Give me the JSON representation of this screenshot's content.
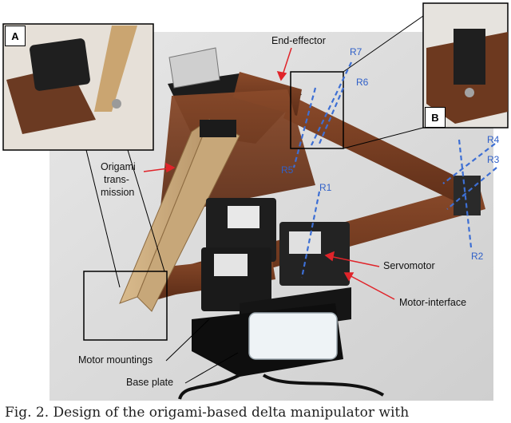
{
  "insets": {
    "a": "A",
    "b": "B"
  },
  "callouts": {
    "end_effector": "End-effector",
    "origami_line1": "Origami",
    "origami_line2": "trans-",
    "origami_line3": "mission",
    "servomotor": "Servomotor",
    "motor_interface": "Motor-interface",
    "motor_mountings": "Motor mountings",
    "base_plate": "Base plate"
  },
  "joints": {
    "r1": "R1",
    "r2": "R2",
    "r3": "R3",
    "r4": "R4",
    "r5": "R5",
    "r6": "R6",
    "r7": "R7"
  },
  "caption": "Fig. 2.  Design of the origami-based delta manipulator with"
}
